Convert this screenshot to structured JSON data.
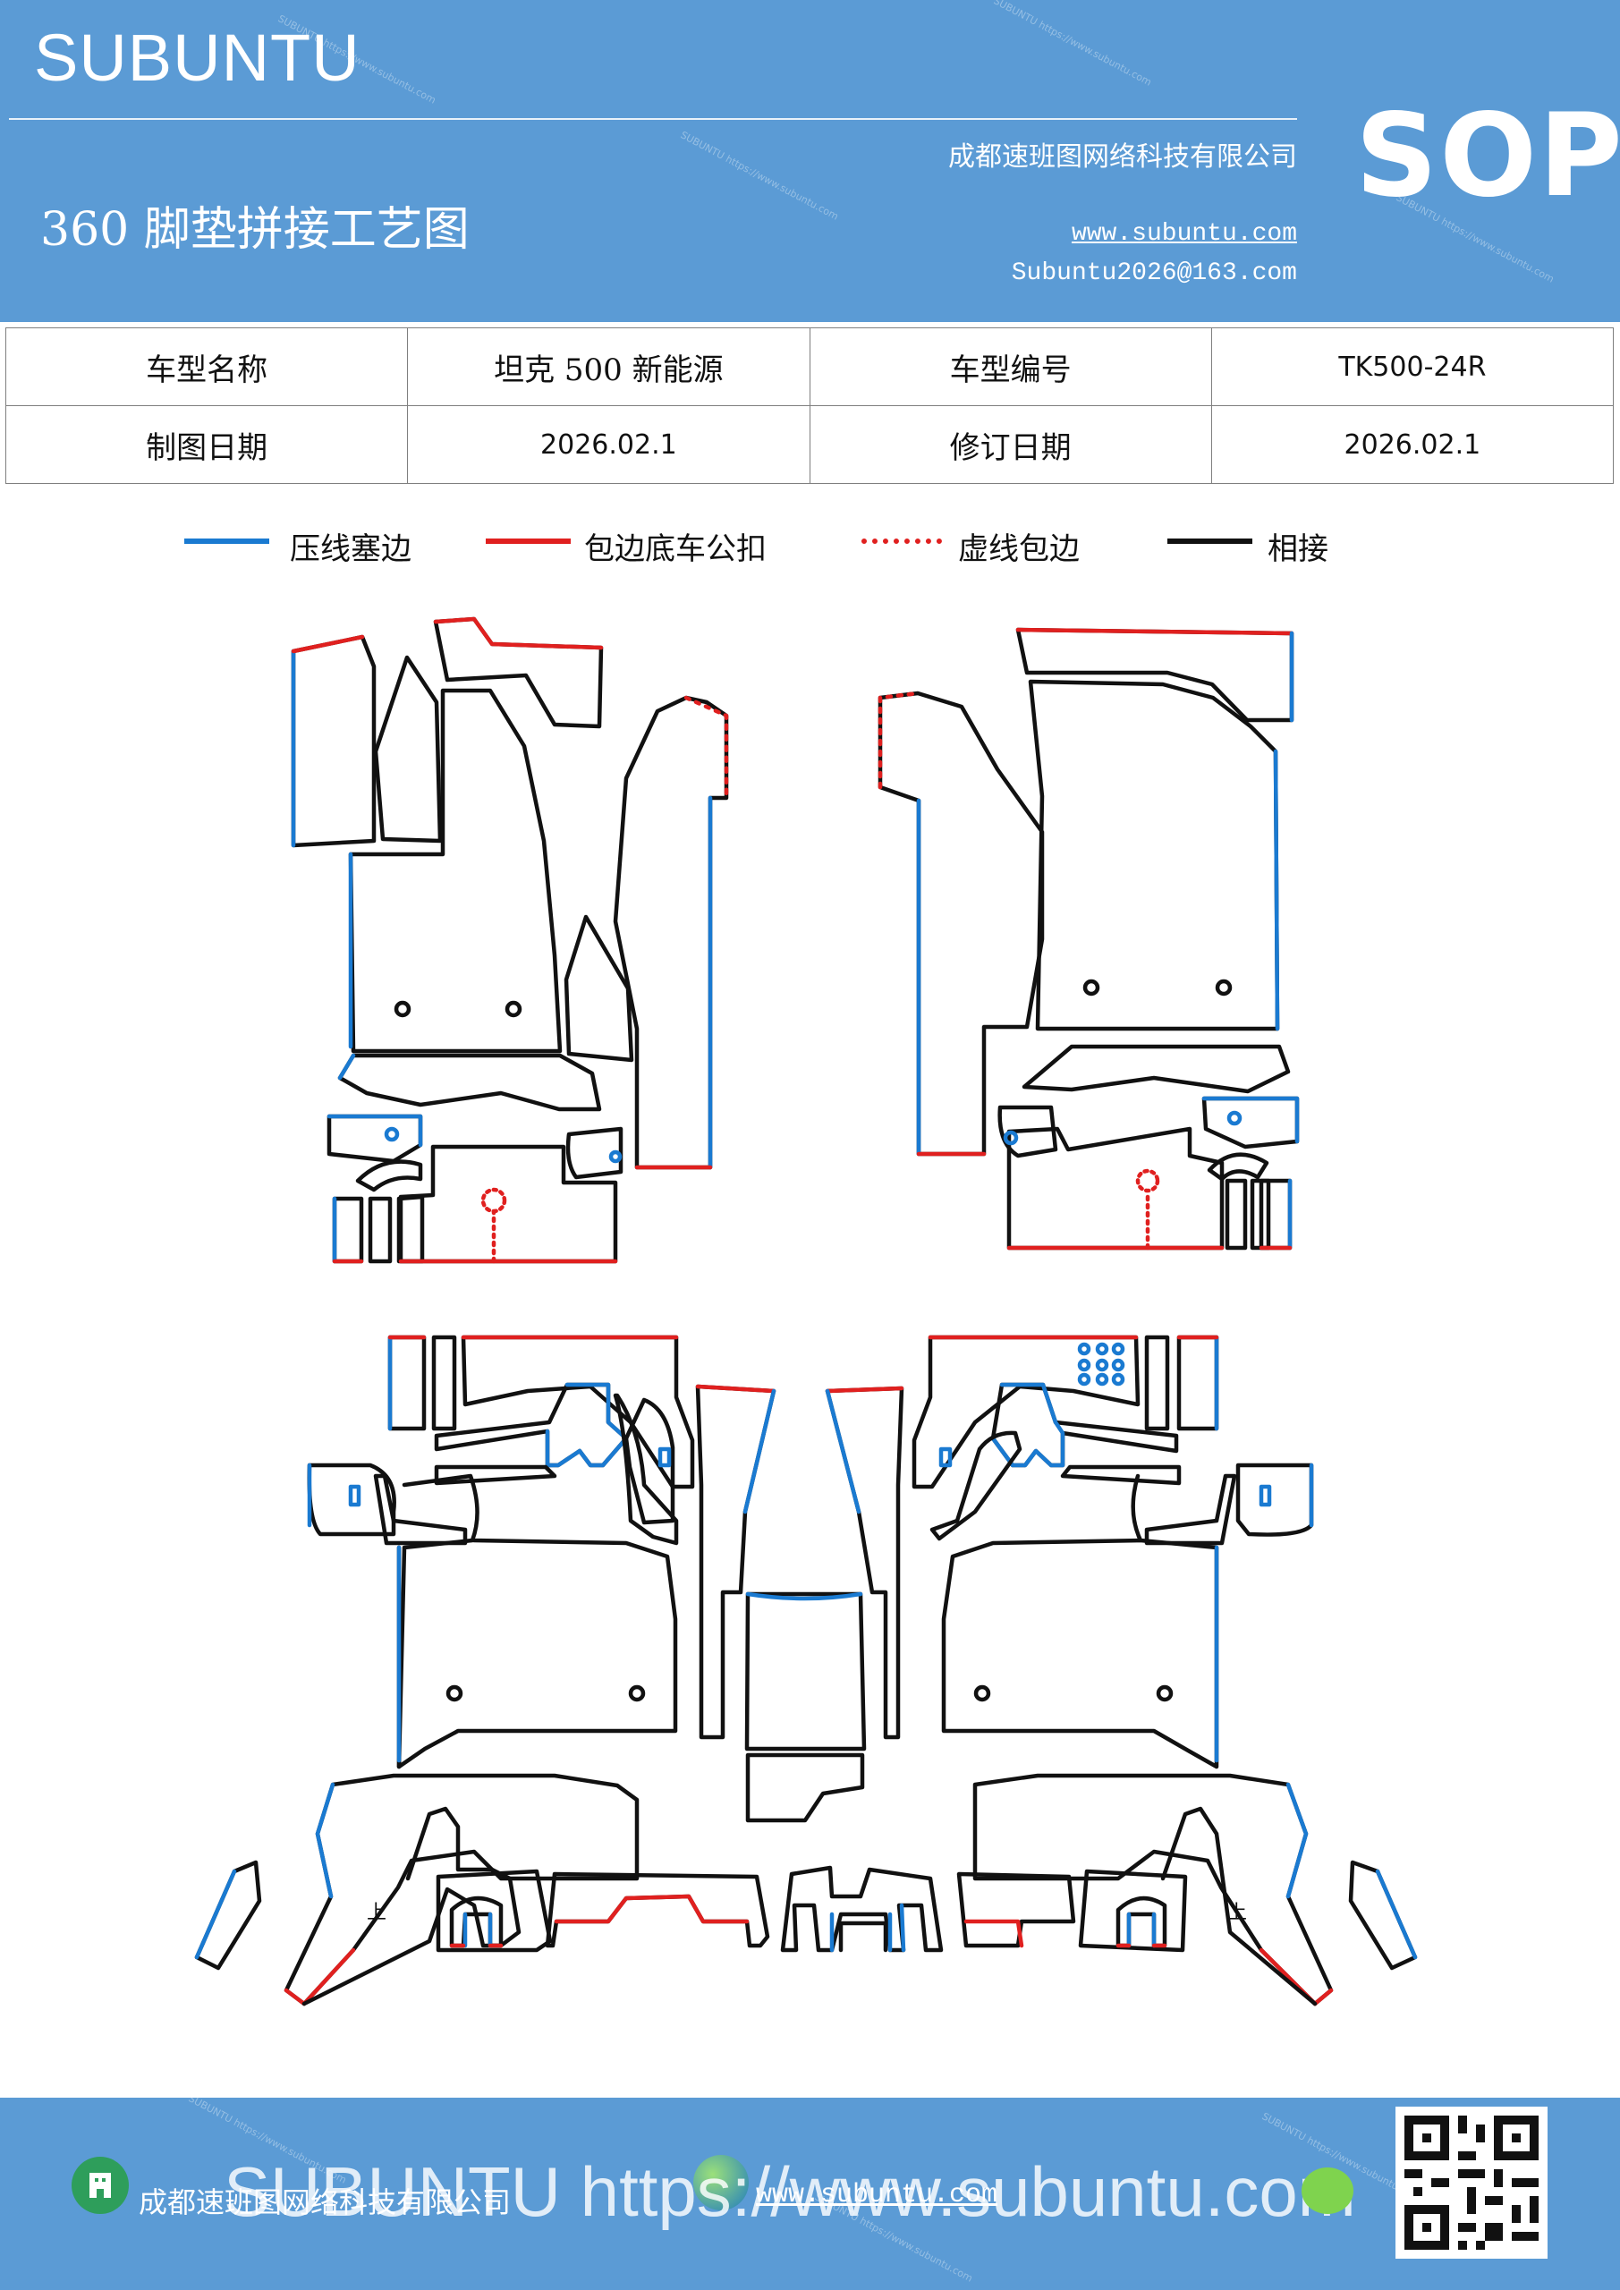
{
  "header": {
    "brand": "SUBUNTU",
    "company": "成都速班图网络科技有限公司",
    "title": "360 脚垫拼接工艺图",
    "website": "www.subuntu.com",
    "email": "Subuntu2026@163.com",
    "badge": "SOP"
  },
  "info_table": {
    "rows": [
      [
        "车型名称",
        "坦克 500 新能源",
        "车型编号",
        "TK500-24R"
      ],
      [
        "制图日期",
        "2026.02.1",
        "修订日期",
        "2026.02.1"
      ]
    ]
  },
  "legend": {
    "items": [
      {
        "label": "压线塞边",
        "color": "#1a7ad1",
        "style": "solid"
      },
      {
        "label": "包边底车公扣",
        "color": "#e0201f",
        "style": "solid"
      },
      {
        "label": "虚线包边",
        "color": "#e0201f",
        "style": "dotted"
      },
      {
        "label": "相接",
        "color": "#111111",
        "style": "solid"
      }
    ]
  },
  "colors": {
    "header_bg": "#5b9bd5",
    "press_line": "#1a7ad1",
    "edge_wrap": "#e0201f",
    "joint": "#111111"
  },
  "footer": {
    "company": "成都速班图网络科技有限公司",
    "website": "www.subuntu.com",
    "overlay": "SUBUNTU https://www.subuntu.com"
  }
}
